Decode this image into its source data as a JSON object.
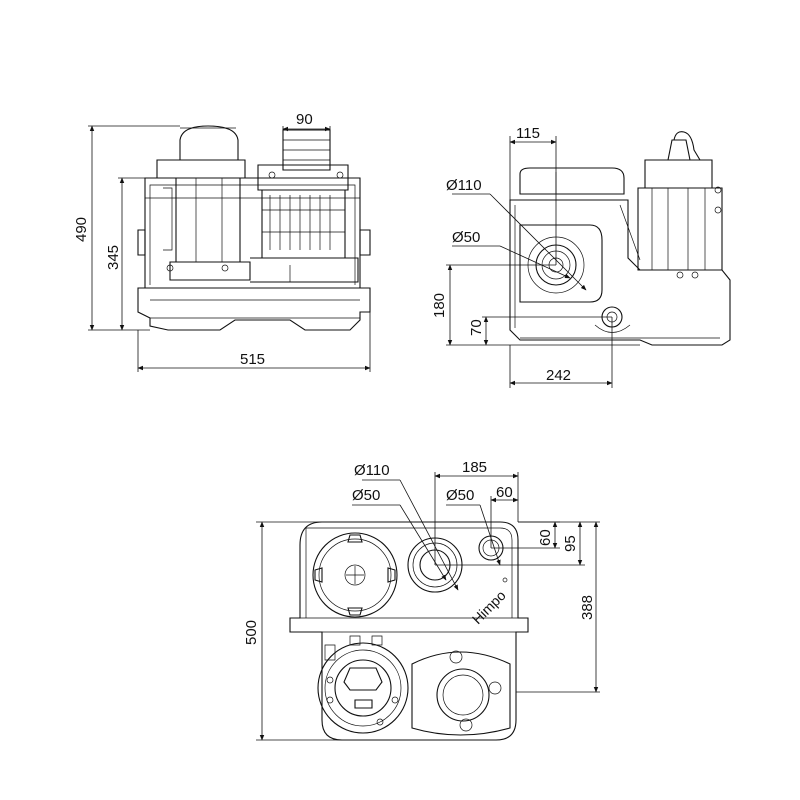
{
  "front_view": {
    "dim_height_total": "490",
    "dim_height_body": "345",
    "dim_width": "515",
    "dim_pump_width": "90"
  },
  "side_view": {
    "dim_inlet_offset": "115",
    "dim_inlet_large": "Ø110",
    "dim_inlet_small": "Ø50",
    "dim_inlet_height": "180",
    "dim_outlet_height": "70",
    "dim_outlet_offset": "242"
  },
  "top_view": {
    "dim_inlet_large": "Ø110",
    "dim_inlet_small": "Ø50",
    "dim_outlet_small": "Ø50",
    "dim_offset_185": "185",
    "dim_offset_60_h": "60",
    "dim_offset_60_v": "60",
    "dim_offset_95": "95",
    "dim_depth_388": "388",
    "dim_depth_500": "500",
    "brand": "Himpo"
  }
}
